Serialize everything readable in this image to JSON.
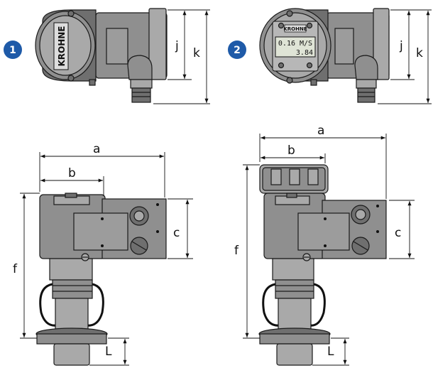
{
  "badges": {
    "first": "1",
    "second": "2"
  },
  "brand": {
    "logo": "KROHNE",
    "display_logo": "KROHNE"
  },
  "display": {
    "line1": "0.16 M/S",
    "line2": "3.84"
  },
  "dimensions": {
    "a": "a",
    "b": "b",
    "c": "c",
    "f": "f",
    "j": "j",
    "k": "k",
    "L": "L"
  },
  "colors": {
    "badge": "#1e5aa8",
    "housing": "#8f8f8f",
    "lcd": "#dfe4d6"
  }
}
